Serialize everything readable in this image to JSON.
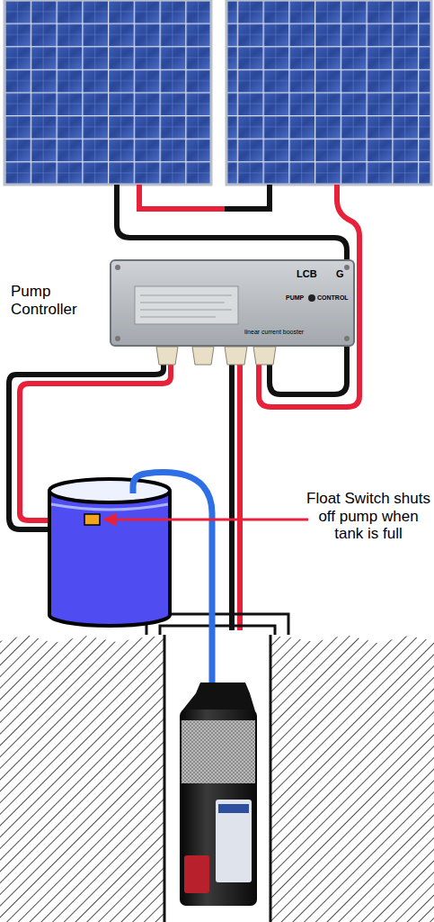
{
  "diagram": {
    "nodes": [
      {
        "text": [
          "Pump Controller"
        ]
      }
    ],
    "labels": [
      "Float Switch shuts off pump when tank is full",
      "LCB",
      "G",
      "PUMP",
      "CONTROL",
      "linear current booster"
    ]
  }
}
